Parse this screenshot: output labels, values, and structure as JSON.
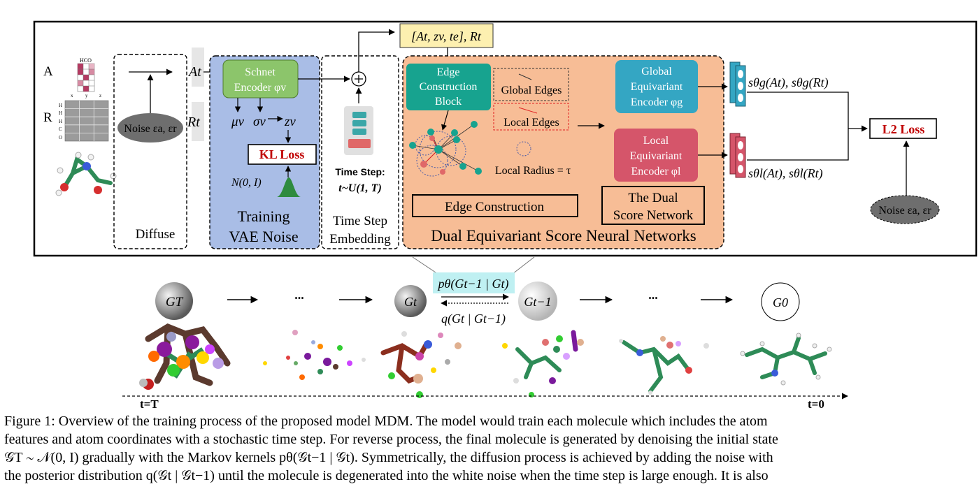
{
  "top_panel": {
    "row_a_label": "A",
    "row_r_label": "R",
    "matrix_header": "HCO",
    "matrix_axis": [
      "x",
      "y",
      "z"
    ],
    "matrix_rows": [
      "H",
      "H",
      "H",
      "C",
      "O"
    ],
    "diffuse": {
      "noise": "Noise εa, εr",
      "title": "Diffuse",
      "in_a": "At",
      "in_r": "Rt"
    },
    "vae": {
      "encoder_line1": "Schnet",
      "encoder_line2": "Encoder φv",
      "mu": "μv",
      "sigma": "σv",
      "z": "zv",
      "kl_loss": "KL Loss",
      "prior": "N(0, I)",
      "title_line1": "Training",
      "title_line2": "VAE Noise"
    },
    "timestep": {
      "label_line1": "Time Step:",
      "label_line2": "t~U(1, T)",
      "title_line1": "Time Step",
      "title_line2": "Embedding"
    },
    "input_tuple": "[At, zv, te], Rt",
    "dual": {
      "edge_block_line1": "Edge",
      "edge_block_line2": "Construction",
      "edge_block_line3": "Block",
      "global_edges": "Global Edges",
      "local_edges": "Local Edges",
      "local_radius": "Local Radius = τ",
      "edge_construction": "Edge Construction",
      "global_enc_line1": "Global",
      "global_enc_line2": "Equivariant",
      "global_enc_line3": "Encoder φg",
      "local_enc_line1": "Local",
      "local_enc_line2": "Equivariant",
      "local_enc_line3": "Encoder φl",
      "score_net_line1": "The Dual",
      "score_net_line2": "Score Network",
      "title": "Dual Equivariant Score Neural Networks"
    },
    "output_global": "sθg(At), sθg(Rt)",
    "output_local": "sθl(At), sθl(Rt)",
    "l2_loss": "L2 Loss",
    "noise_right": "Noise εa, εr"
  },
  "process": {
    "states": [
      "GT",
      "...",
      "Gt",
      "Gt−1",
      "...",
      "G0"
    ],
    "reverse_kernel": "pθ(Gt−1 | Gt)",
    "forward_kernel": "q(Gt | Gt−1)",
    "t_start": "t=T",
    "t_end": "t=0"
  },
  "caption": {
    "line1": "Figure 1: Overview of the training process of the proposed model MDM. The model would train each molecule which includes the atom",
    "line2": "features and atom coordinates with a stochastic time step. For reverse process, the final molecule is generated by denoising the initial state",
    "line3": "𝒢T ∼ 𝒩(0, I) gradually with the Markov kernels pθ(𝒢t−1 | 𝒢t). Symmetrically, the diffusion process is achieved by adding the noise with",
    "line4": "the posterior distribution q(𝒢t | 𝒢t−1) until the molecule is degenerated into the white noise when the time step is large enough. It is also"
  },
  "colors": {
    "vae_panel": "#a9bde6",
    "dual_panel": "#f7bd96",
    "encoder_green": "#8cc56b",
    "edge_teal": "#17a38f",
    "global_blue": "#34a6c3",
    "local_red": "#d5556a",
    "tuple_yellow": "#fdf0b0",
    "kernel_cyan": "#bff0f2",
    "loss_red": "#c00000"
  }
}
